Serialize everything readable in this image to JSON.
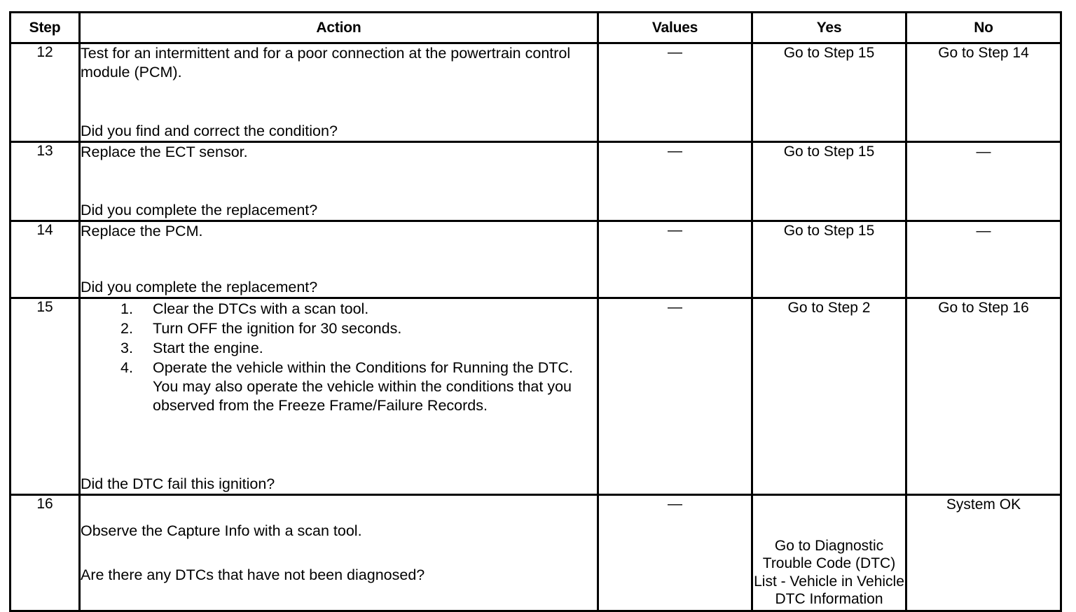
{
  "table": {
    "columns": [
      {
        "key": "step",
        "label": "Step"
      },
      {
        "key": "action",
        "label": "Action"
      },
      {
        "key": "values",
        "label": "Values"
      },
      {
        "key": "yes",
        "label": "Yes"
      },
      {
        "key": "no",
        "label": "No"
      }
    ],
    "dash": "—",
    "rows": [
      {
        "step": "12",
        "action_lead": "Test for an intermittent and for a poor connection at the powertrain control module (PCM).",
        "action_list": [],
        "action_question": "Did you find and correct the condition?",
        "values": "—",
        "yes": "Go to Step 15",
        "no": "Go to Step 14"
      },
      {
        "step": "13",
        "action_lead": "Replace the ECT sensor.",
        "action_list": [],
        "action_question": "Did you complete the replacement?",
        "values": "—",
        "yes": "Go to Step 15",
        "no": "—"
      },
      {
        "step": "14",
        "action_lead": "Replace the PCM.",
        "action_list": [],
        "action_question": "Did you complete the replacement?",
        "values": "—",
        "yes": "Go to Step 15",
        "no": "—"
      },
      {
        "step": "15",
        "action_lead": "",
        "action_list": [
          "Clear the DTCs with a scan tool.",
          "Turn OFF the ignition for 30 seconds.",
          "Start the engine.",
          "Operate the vehicle within the Conditions for Running the DTC. You may also operate the vehicle within the conditions that you observed from the Freeze Frame/Failure Records."
        ],
        "action_question": "Did the DTC fail this ignition?",
        "values": "—",
        "yes": "Go to Step 2",
        "no": "Go to Step 16"
      },
      {
        "step": "16",
        "action_lead": "Observe the Capture Info with a scan tool.",
        "action_list": [],
        "action_question": "Are there any DTCs that have not been diagnosed?",
        "values": "—",
        "yes": "Go to Diagnostic Trouble Code (DTC) List - Vehicle in Vehicle DTC Information",
        "no": "System OK"
      }
    ]
  },
  "colors": {
    "border": "#000000",
    "text": "#000000",
    "background": "#ffffff"
  }
}
